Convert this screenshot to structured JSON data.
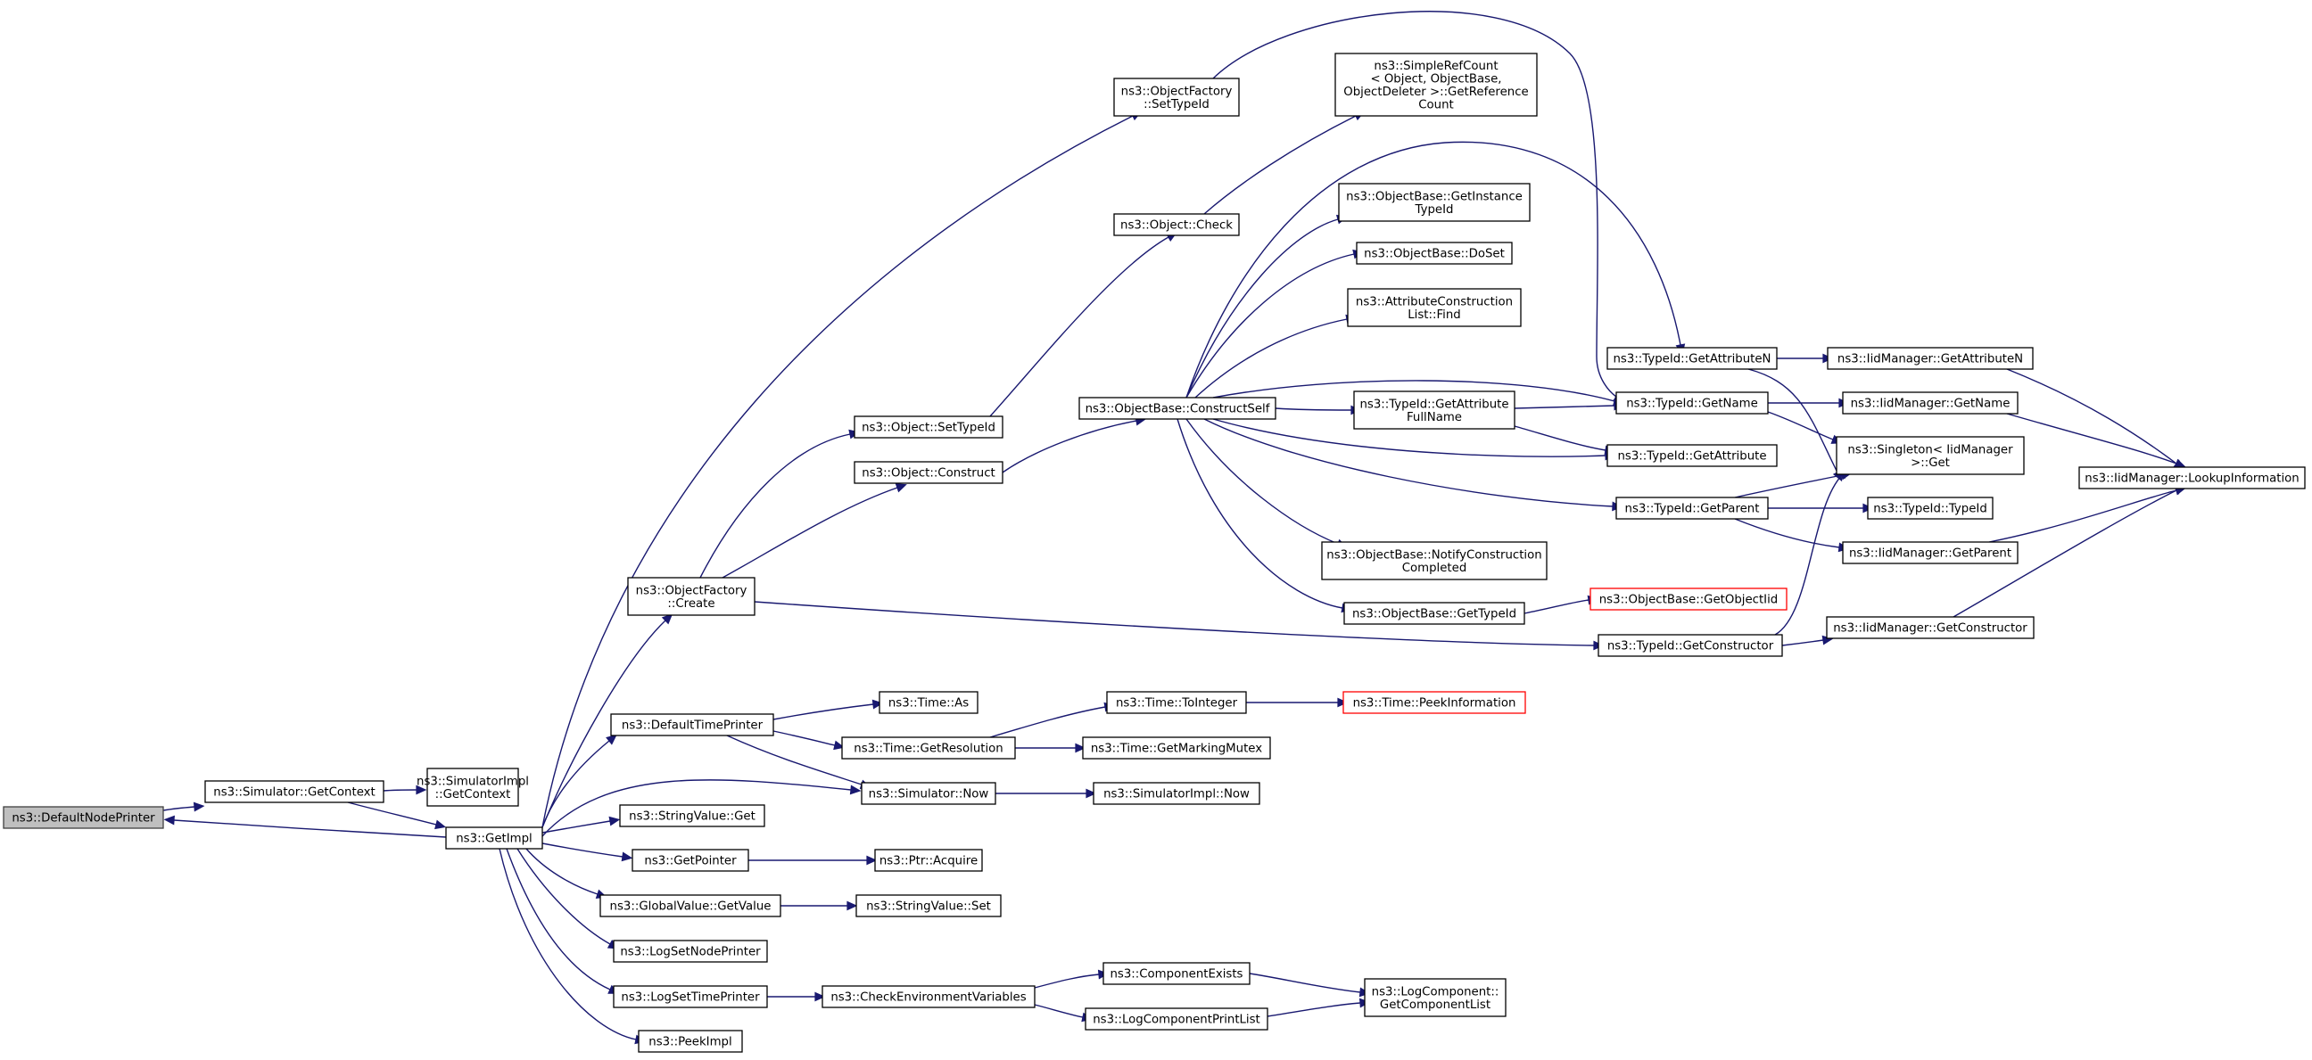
{
  "colors": {
    "edge": "#191970",
    "node_border": "#000000",
    "root_fill": "#bfbfbf",
    "root_border": "#404040",
    "missing_border": "#ff0000",
    "background": "#ffffff"
  },
  "nodes": {
    "default_node_printer": [
      "ns3::DefaultNodePrinter"
    ],
    "simulator_get_context": [
      "ns3::Simulator::GetContext"
    ],
    "simulator_impl_get_context": [
      "ns3::SimulatorImpl",
      "::GetContext"
    ],
    "get_impl": [
      "ns3::GetImpl"
    ],
    "object_factory_create": [
      "ns3::ObjectFactory",
      "::Create"
    ],
    "default_time_printer": [
      "ns3::DefaultTimePrinter"
    ],
    "string_value_get": [
      "ns3::StringValue::Get"
    ],
    "get_pointer": [
      "ns3::GetPointer"
    ],
    "global_value_get_value": [
      "ns3::GlobalValue::GetValue"
    ],
    "log_set_node_printer": [
      "ns3::LogSetNodePrinter"
    ],
    "log_set_time_printer": [
      "ns3::LogSetTimePrinter"
    ],
    "peek_impl": [
      "ns3::PeekImpl"
    ],
    "object_set_type_id": [
      "ns3::Object::SetTypeId"
    ],
    "object_construct": [
      "ns3::Object::Construct"
    ],
    "time_as": [
      "ns3::Time::As"
    ],
    "time_get_resolution": [
      "ns3::Time::GetResolution"
    ],
    "simulator_now": [
      "ns3::Simulator::Now"
    ],
    "ptr_acquire": [
      "ns3::Ptr::Acquire"
    ],
    "string_value_set": [
      "ns3::StringValue::Set"
    ],
    "check_environment_variables": [
      "ns3::CheckEnvironmentVariables"
    ],
    "object_factory_set_type_id": [
      "ns3::ObjectFactory",
      "::SetTypeId"
    ],
    "object_check": [
      "ns3::Object::Check"
    ],
    "object_base_construct_self": [
      "ns3::ObjectBase::ConstructSelf"
    ],
    "time_to_integer": [
      "ns3::Time::ToInteger"
    ],
    "time_get_marking_mutex": [
      "ns3::Time::GetMarkingMutex"
    ],
    "simulator_impl_now": [
      "ns3::SimulatorImpl::Now"
    ],
    "component_exists": [
      "ns3::ComponentExists"
    ],
    "log_component_print_list": [
      "ns3::LogComponentPrintList"
    ],
    "simple_ref_count_get_reference_count": [
      "ns3::SimpleRefCount",
      "< Object, ObjectBase,",
      "ObjectDeleter >::GetReference",
      "Count"
    ],
    "object_base_get_instance_type_id": [
      "ns3::ObjectBase::GetInstance",
      "TypeId"
    ],
    "object_base_do_set": [
      "ns3::ObjectBase::DoSet"
    ],
    "attribute_construction_list_find": [
      "ns3::AttributeConstruction",
      "List::Find"
    ],
    "type_id_get_attribute_full_name": [
      "ns3::TypeId::GetAttribute",
      "FullName"
    ],
    "object_base_notify_construction_completed": [
      "ns3::ObjectBase::NotifyConstruction",
      "Completed"
    ],
    "object_base_get_type_id": [
      "ns3::ObjectBase::GetTypeId"
    ],
    "time_peek_information": [
      "ns3::Time::PeekInformation"
    ],
    "log_component_get_component_list": [
      "ns3::LogComponent::",
      "GetComponentList"
    ],
    "type_id_get_attribute_n": [
      "ns3::TypeId::GetAttributeN"
    ],
    "type_id_get_name": [
      "ns3::TypeId::GetName"
    ],
    "type_id_get_attribute": [
      "ns3::TypeId::GetAttribute"
    ],
    "type_id_get_parent": [
      "ns3::TypeId::GetParent"
    ],
    "object_base_get_object_iid": [
      "ns3::ObjectBase::GetObjectIid"
    ],
    "type_id_get_constructor": [
      "ns3::TypeId::GetConstructor"
    ],
    "iid_manager_get_attribute_n": [
      "ns3::IidManager::GetAttributeN"
    ],
    "iid_manager_get_name": [
      "ns3::IidManager::GetName"
    ],
    "singleton_iid_manager_get": [
      "ns3::Singleton< IidManager",
      ">::Get"
    ],
    "type_id_type_id": [
      "ns3::TypeId::TypeId"
    ],
    "iid_manager_get_parent": [
      "ns3::IidManager::GetParent"
    ],
    "iid_manager_get_constructor": [
      "ns3::IidManager::GetConstructor"
    ],
    "iid_manager_lookup_information": [
      "ns3::IidManager::LookupInformation"
    ]
  }
}
